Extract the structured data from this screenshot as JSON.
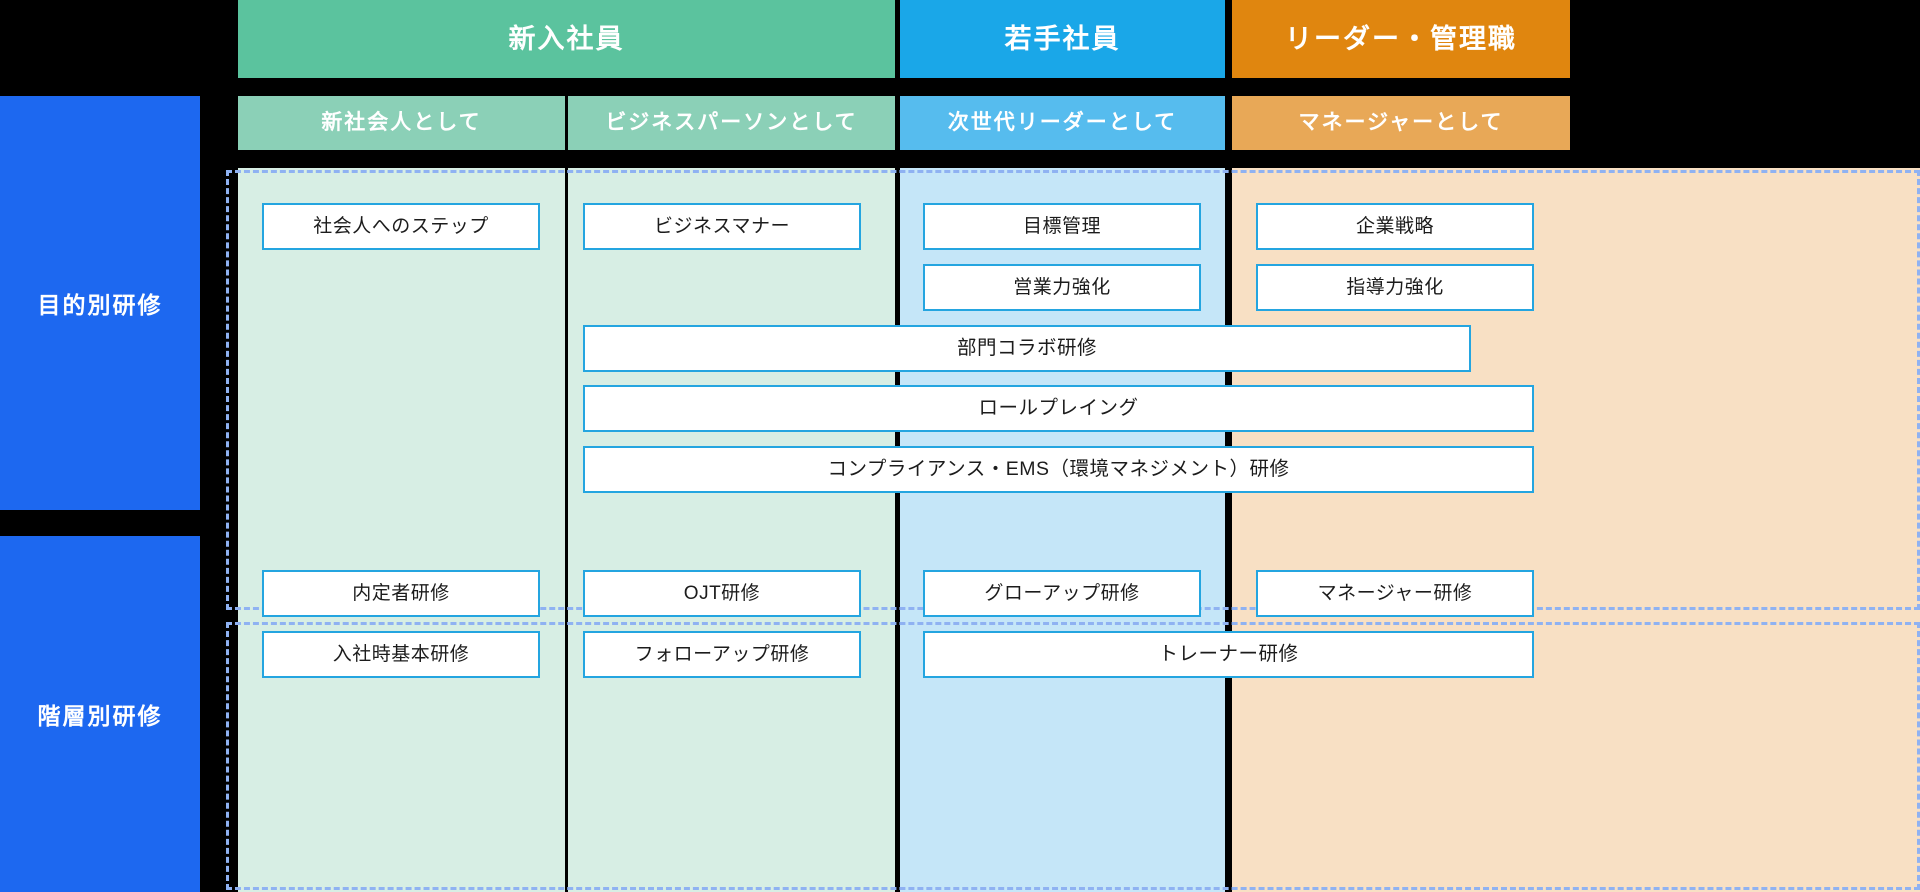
{
  "diagram": {
    "title_row": {
      "groups": [
        {
          "label": "新入社員",
          "color": "#5bc39e"
        },
        {
          "label": "若手社員",
          "color": "#1aa7e8"
        },
        {
          "label": "リーダー・管理職",
          "color": "#e0860f"
        }
      ]
    },
    "subtitle_row": {
      "columns": [
        {
          "label": "新社会人として",
          "color": "#8bd0b7"
        },
        {
          "label": "ビジネスパーソンとして",
          "color": "#8bd0b7"
        },
        {
          "label": "次世代リーダーとして",
          "color": "#56bcee"
        },
        {
          "label": "マネージャーとして",
          "color": "#e8a857"
        }
      ]
    },
    "row_labels": [
      {
        "label": "目的別研修"
      },
      {
        "label": "階層別研修"
      }
    ],
    "column_fills": [
      "#d7eee4",
      "#d7eee4",
      "#c5e6f8",
      "#f8e0c4"
    ],
    "purpose_trainings": {
      "col1": [
        "社会人へのステップ"
      ],
      "col2": [
        "ビジネスマナー"
      ],
      "col3": [
        "目標管理",
        "営業力強化"
      ],
      "col4": [
        "企業戦略",
        "指導力強化"
      ],
      "spans": [
        {
          "label": "部門コラボ研修",
          "from": 2,
          "to": 3
        },
        {
          "label": "ロールプレイング",
          "from": 2,
          "to": 4
        },
        {
          "label": "コンプライアンス・EMS（環境マネジメント）研修",
          "from": 2,
          "to": 4
        }
      ]
    },
    "rank_trainings": {
      "col1": [
        "内定者研修",
        "入社時基本研修"
      ],
      "col2": [
        "OJT研修",
        "フォローアップ研修"
      ],
      "col3": [
        "グローアップ研修"
      ],
      "col4": [
        "マネージャー研修"
      ],
      "spans": [
        {
          "label": "トレーナー研修",
          "from": 3,
          "to": 4
        }
      ]
    },
    "colors": {
      "background": "#000000",
      "side_label": "#1d68f0",
      "box_border": "#24a5e0",
      "box_fill": "#ffffff",
      "dashed_outline": "#8fb2f2",
      "text": "#1c1c1c"
    }
  }
}
